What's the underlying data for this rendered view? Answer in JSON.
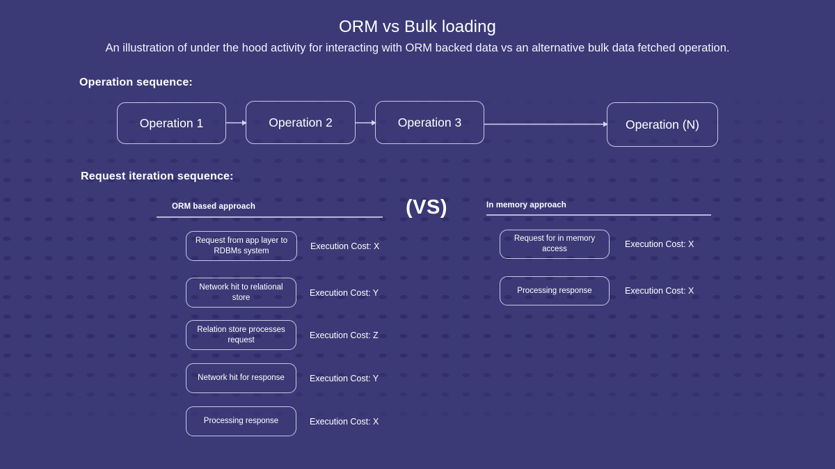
{
  "header": {
    "title": "ORM vs Bulk loading",
    "subtitle": "An illustration of under the hood activity for interacting with ORM backed data vs an alternative bulk data fetched operation."
  },
  "sections": {
    "operation_sequence_heading": "Operation sequence:",
    "request_iteration_heading": "Request iteration sequence:"
  },
  "operation_sequence": {
    "boxes": [
      {
        "label": "Operation 1"
      },
      {
        "label": "Operation 2"
      },
      {
        "label": "Operation 3"
      },
      {
        "label": "Operation (N)"
      }
    ]
  },
  "comparison": {
    "vs_label": "(VS)",
    "left": {
      "header": "ORM based approach",
      "steps": [
        {
          "label": "Request from app layer to RDBMs system",
          "cost": "Execution Cost: X"
        },
        {
          "label": "Network hit to relational store",
          "cost": "Execution Cost: Y"
        },
        {
          "label": "Relation store processes request",
          "cost": "Execution Cost: Z"
        },
        {
          "label": "Network hit for response",
          "cost": "Execution Cost: Y"
        },
        {
          "label": "Processing response",
          "cost": "Execution Cost: X"
        }
      ]
    },
    "right": {
      "header": "In memory approach",
      "steps": [
        {
          "label": "Request for in memory access",
          "cost": "Execution Cost: X"
        },
        {
          "label": "Processing response",
          "cost": "Execution Cost: X"
        }
      ]
    }
  },
  "colors": {
    "background": "#3b3a77",
    "pattern": "#302c68",
    "border": "#c9c7e4",
    "text": "#ffffff",
    "rule": "#b9b7d8"
  }
}
